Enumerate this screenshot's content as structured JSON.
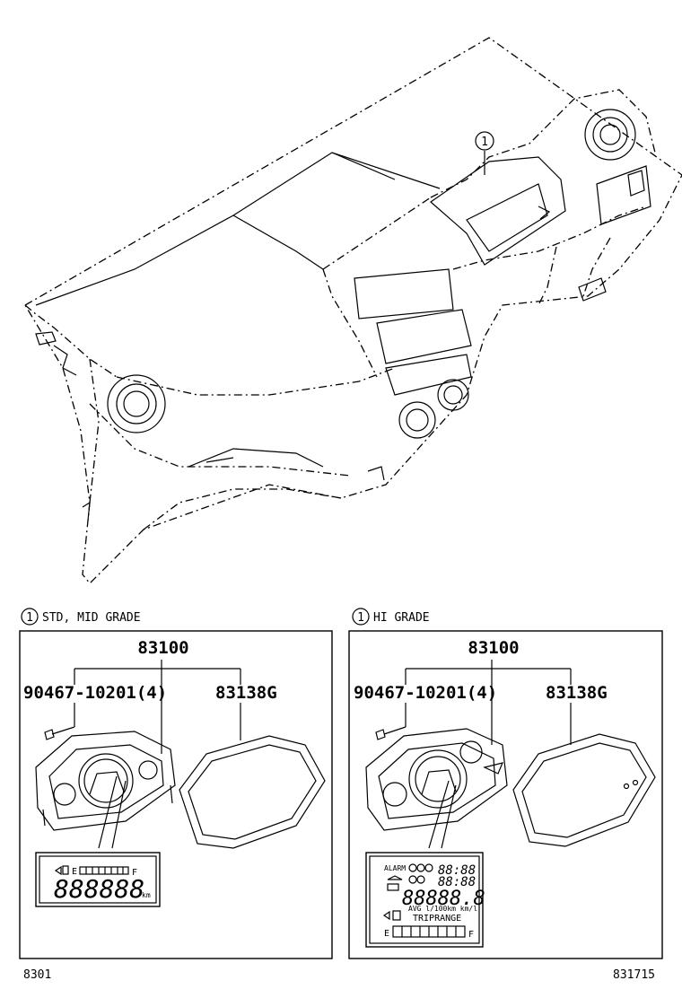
{
  "callout_number": "1",
  "panels": [
    {
      "grade_label": "STD, MID GRADE",
      "assembly_part": "83100",
      "screw_part": "90467-10201(4)",
      "lens_part": "83138G",
      "lcd": {
        "fuel_e": "E",
        "fuel_f": "F",
        "odometer": "888888",
        "unit": "km"
      }
    },
    {
      "grade_label": "HI GRADE",
      "assembly_part": "83100",
      "screw_part": "90467-10201(4)",
      "lens_part": "83138G",
      "lcd": {
        "alarm": "ALARM",
        "clock1": "88:88",
        "clock2": "88:88",
        "odometer": "88888.8",
        "avg": "AVG l/100km km/l",
        "triprange": "TRIPRANGE",
        "fuel_e": "E",
        "fuel_f": "F"
      }
    }
  ],
  "footer": {
    "left_code": "8301",
    "right_code": "831715"
  }
}
